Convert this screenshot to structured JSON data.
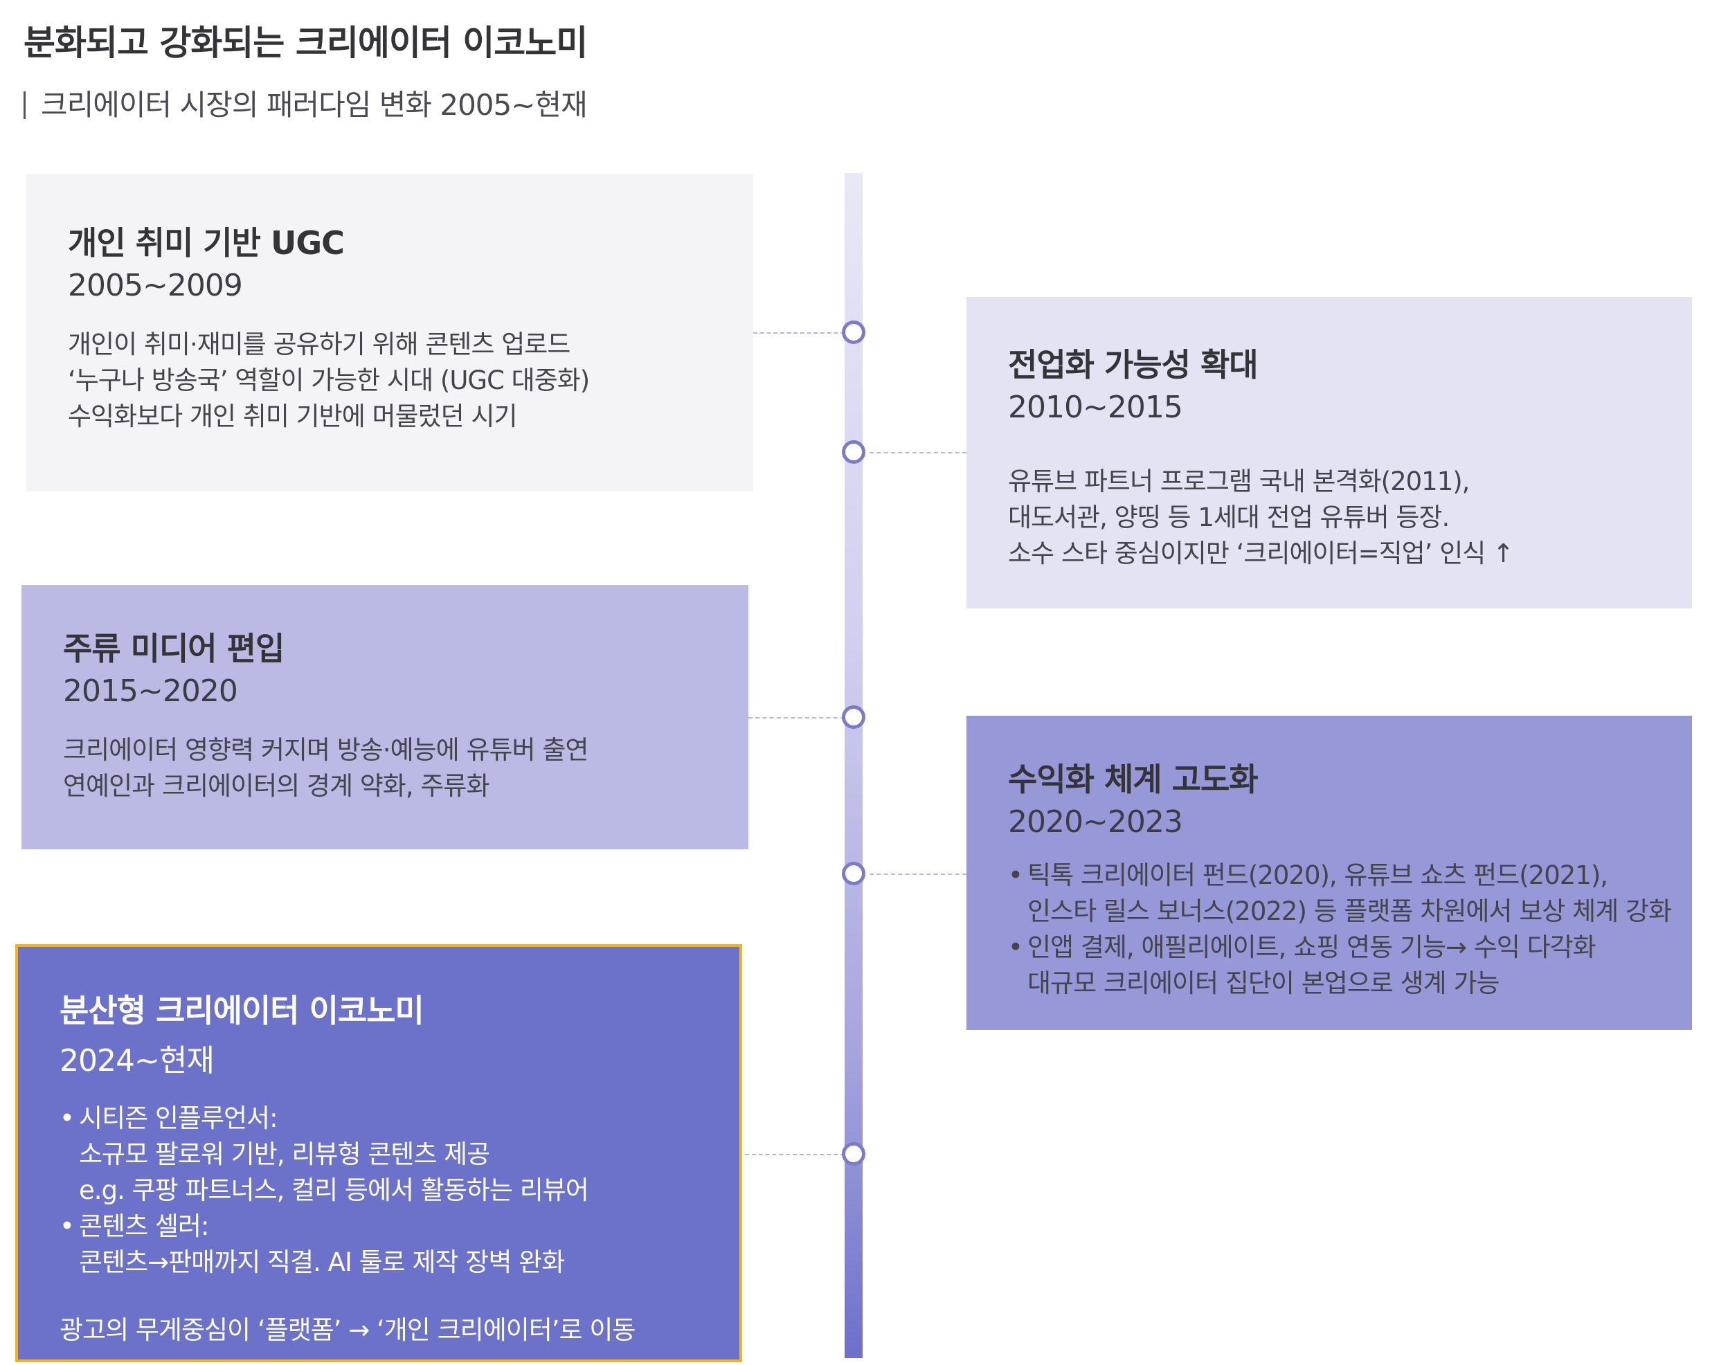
{
  "header": {
    "title": "분화되고 강화되는 크리에이터 이코노미",
    "subtitle": "크리에이터 시장의 패러다임 변화 2005~현재"
  },
  "colors": {
    "accent_border": "#f2b321",
    "axis_end": "#6d70c9",
    "card_darkest": "#6c72ca"
  },
  "stages": [
    {
      "title": "개인 취미 기반 UGC",
      "years": "2005~2009",
      "lines": [
        "개인이 취미·재미를 공유하기 위해 콘텐츠 업로드",
        "‘누구나 방송국’ 역할이 가능한 시대 (UGC 대중화)",
        "수익화보다 개인 취미 기반에 머물렀던 시기"
      ]
    },
    {
      "title": "전업화 가능성 확대",
      "years": "2010~2015",
      "lines": [
        "유튜브 파트너 프로그램 국내 본격화(2011),",
        "대도서관, 양띵 등 1세대 전업 유튜버 등장.",
        "소수 스타 중심이지만 ‘크리에이터=직업’ 인식 ↑"
      ]
    },
    {
      "title": "주류 미디어 편입",
      "years": "2015~2020",
      "lines": [
        "크리에이터 영향력 커지며 방송·예능에 유튜버 출연",
        "연예인과 크리에이터의 경계 약화, 주류화"
      ]
    },
    {
      "title": "수익화 체계 고도화",
      "years": "2020~2023",
      "lines": [
        "틱톡 크리에이터 펀드(2020), 유튜브 쇼츠 펀드(2021),",
        "인스타 릴스 보너스(2022) 등 플랫폼 차원에서 보상 체계 강화",
        "인앱 결제, 애필리에이트, 쇼핑 연동 기능→ 수익 다각화",
        "대규모 크리에이터 집단이 본업으로 생계 가능"
      ]
    },
    {
      "title": "분산형 크리에이터 이코노미",
      "years": "2024~현재",
      "lines": [
        "시티즌 인플루언서:",
        "소규모 팔로워 기반, 리뷰형 콘텐츠 제공",
        "e.g. 쿠팡 파트너스, 컬리 등에서 활동하는 리뷰어",
        "콘텐츠 셀러:",
        "콘텐츠→판매까지 직결. AI 툴로 제작 장벽 완화"
      ],
      "footer": "광고의 무게중심이 ‘플랫폼’ → ‘개인 크리에이터’로 이동"
    }
  ]
}
